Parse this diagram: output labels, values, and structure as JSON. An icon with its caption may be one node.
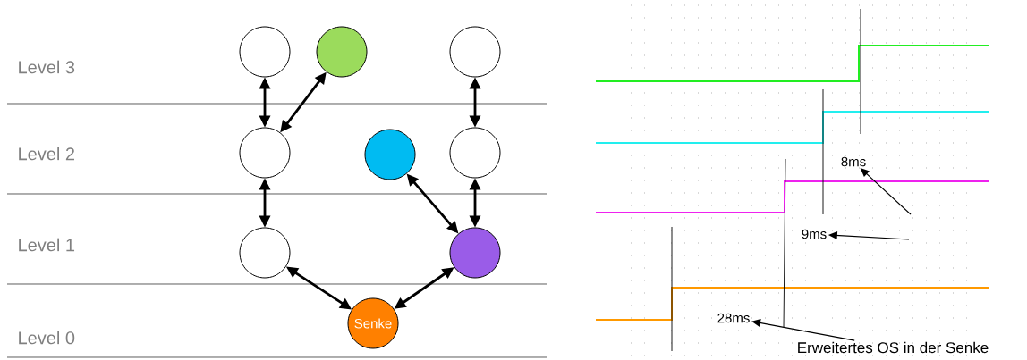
{
  "diagram": {
    "nodes": [
      {
        "text": [],
        "shape": "circle"
      },
      {
        "text": [],
        "shape": "circle"
      },
      {
        "text": [],
        "shape": "circle"
      },
      {
        "text": [],
        "shape": "circle"
      },
      {
        "text": [],
        "shape": "circle"
      },
      {
        "text": [],
        "shape": "circle"
      },
      {
        "text": [],
        "shape": "circle"
      },
      {
        "text": [],
        "shape": "circle"
      },
      {
        "text": [
          "Senke"
        ]
      },
      {
        "text": [
          "8ms"
        ]
      },
      {
        "text": [
          "9ms"
        ]
      },
      {
        "text": [
          "28ms"
        ]
      },
      {
        "text": [
          "Erweitertes OS in der Senke"
        ]
      }
    ],
    "edges": [
      {
        "from": 0,
        "to": 3,
        "arrow": "both"
      },
      {
        "from": 1,
        "to": 3,
        "arrow": "both"
      },
      {
        "from": 2,
        "to": 5,
        "arrow": "both"
      },
      {
        "from": 3,
        "to": 6,
        "arrow": "both"
      },
      {
        "from": 4,
        "to": 7,
        "arrow": "both"
      },
      {
        "from": 5,
        "to": 7,
        "arrow": "both"
      },
      {
        "from": 6,
        "to": 8,
        "arrow": "both"
      },
      {
        "from": 7,
        "to": 8,
        "arrow": "both"
      },
      {
        "from": null,
        "to": 9,
        "arrow": "to"
      },
      {
        "from": null,
        "to": 10,
        "arrow": "to"
      },
      {
        "from": 12,
        "to": 11,
        "arrow": "to"
      }
    ],
    "labels": [
      "Level 3",
      "Level 2",
      "Level 1",
      "Level 0"
    ]
  }
}
